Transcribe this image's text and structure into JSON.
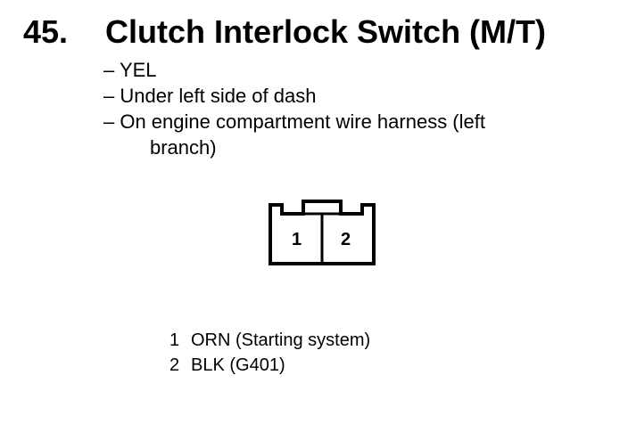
{
  "heading": {
    "number": "45.",
    "title": "Clutch Interlock Switch (M/T)"
  },
  "notes": [
    "– YEL",
    "– Under left side of dash",
    "– On engine compartment wire harness (left"
  ],
  "note_continuation": "branch)",
  "connector": {
    "pin_labels": [
      "1",
      "2"
    ]
  },
  "pinout": [
    {
      "pin": "1",
      "wire": "ORN (Starting system)"
    },
    {
      "pin": "2",
      "wire": "BLK (G401)"
    }
  ]
}
